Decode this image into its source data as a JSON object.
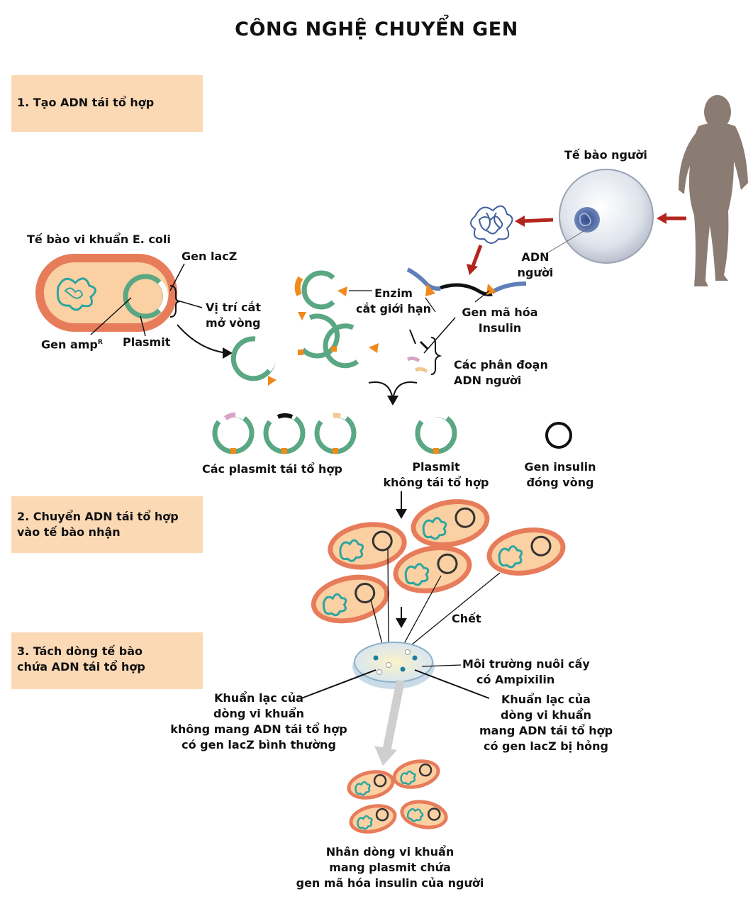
{
  "title": "CÔNG NGHỆ CHUYỂN GEN",
  "steps": [
    {
      "line1": "1. Tạo ADN tái tổ hợp",
      "line2": ""
    },
    {
      "line1": "2. Chuyển ADN tái tổ hợp",
      "line2": "vào tế bào nhận"
    },
    {
      "line1": "3. Tách dòng tế bào",
      "line2": "chứa ADN tái tổ hợp"
    }
  ],
  "labels": {
    "human_cell": "Tế bào người",
    "human_dna_1": "ADN",
    "human_dna_2": "người",
    "ecoli_cell": "Tế bào vi khuẩn E. coli",
    "lacz_gene": "Gen lacZ",
    "cut_site_1": "Vị trí cắt",
    "cut_site_2": "mở vòng",
    "amp_gene": "Gen amp",
    "amp_sup": "R",
    "plasmid": "Plasmit",
    "enzyme_1": "Enzim",
    "enzyme_2": "cắt giới hạn",
    "insulin_gene_1": "Gen mã hóa",
    "insulin_gene_2": "Insulin",
    "fragments_1": "Các phân đoạn",
    "fragments_2": "ADN người",
    "recombinant_plasmids": "Các plasmit tái tổ hợp",
    "nonrecomb_1": "Plasmit",
    "nonrecomb_2": "không tái tổ hợp",
    "circular_insulin_1": "Gen insulin",
    "circular_insulin_2": "đóng vòng",
    "dead": "Chết",
    "medium_1": "Môi trường nuôi cấy",
    "medium_2": "có Ampixilin",
    "colony_normal_1": "Khuẩn lạc của",
    "colony_normal_2": "dòng vi khuẩn",
    "colony_normal_3": "không mang ADN tái tổ hợp",
    "colony_normal_4": "có gen lacZ bình thường",
    "colony_recomb_1": "Khuẩn lạc của",
    "colony_recomb_2": "dòng vi khuẩn",
    "colony_recomb_3": "mang ADN tái tổ hợp",
    "colony_recomb_4": "có gen lacZ bị hỏng",
    "clone_1": "Nhân dòng vi khuẩn",
    "clone_2": "mang plasmit chứa",
    "clone_3": "gen mã hóa insulin của người"
  },
  "colors": {
    "step_box": "#fbd9b5",
    "cell_outer": "#e77c5b",
    "cell_inner": "#fbd0a3",
    "plasmid_green": "#5aa783",
    "cut_orange": "#f08a1c",
    "arrow_red": "#b3261e",
    "human_silhouette": "#8b7c73",
    "nucleoid": "#2ba6a0"
  }
}
